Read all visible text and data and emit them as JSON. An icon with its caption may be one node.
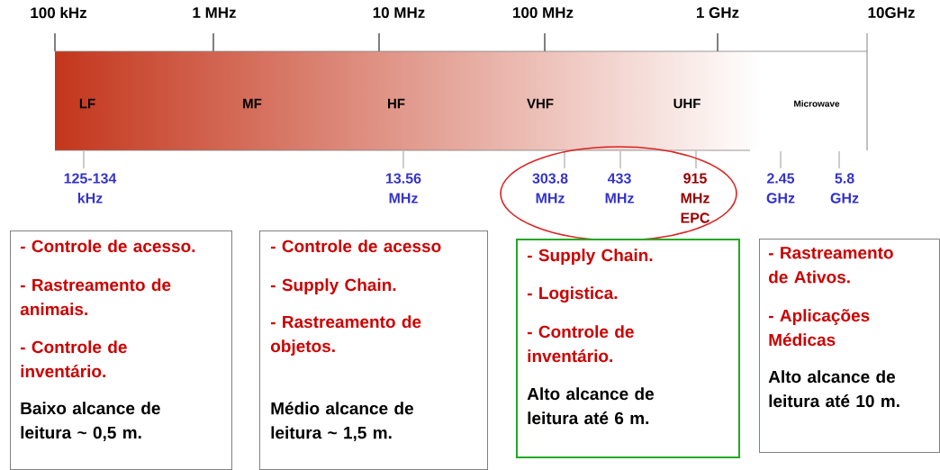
{
  "diagram": {
    "nodes": [
      {
        "text": [
          "LF",
          "MF",
          "HF",
          "VHF",
          "UHF",
          "Microwave"
        ]
      },
      {
        "text": [
          "303.8 MHz",
          "433 MHz",
          "915 MHz EPC"
        ]
      },
      {
        "text": [
          "- Controle de acesso.",
          "- Rastreamento de animais.",
          "- Controle de inventário.",
          "Baixo alcance de leitura ~ 0,5 m."
        ]
      },
      {
        "text": [
          "- Controle de acesso",
          "- Supply Chain.",
          "- Rastreamento de objetos.",
          "Médio alcance de leitura ~ 1,5 m."
        ]
      },
      {
        "text": [
          "- Supply Chain.",
          "- Logistica.",
          "- Controle de inventário.",
          "Alto alcance de leitura até 6 m."
        ]
      },
      {
        "text": [
          "- Rastreamento de Ativos.",
          "- Aplicações Médicas",
          "Alto alcance de leitura até 10 m."
        ]
      }
    ],
    "labels": [
      "100 kHz",
      "1 MHz",
      "10 MHz",
      "100 MHz",
      "1 GHz",
      "10GHz",
      "125-134 kHz",
      "13.56 MHz",
      "2.45 GHz",
      "5.8 GHz"
    ]
  }
}
